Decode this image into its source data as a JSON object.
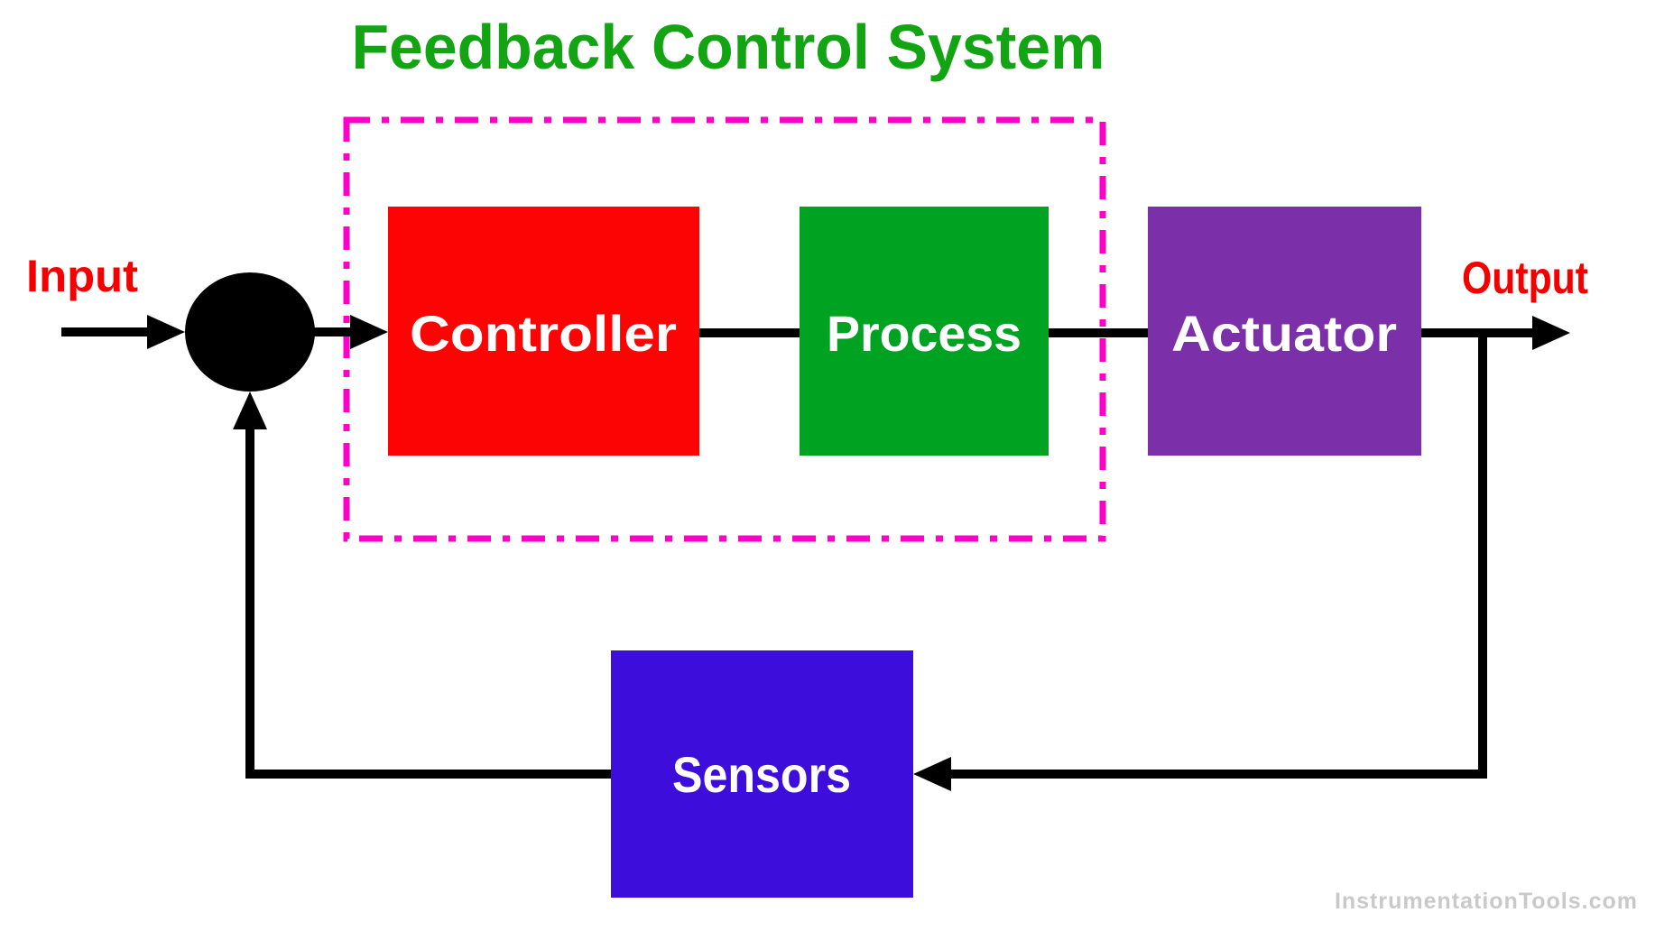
{
  "title": {
    "text": "Feedback Control System",
    "color": "#12A412"
  },
  "labels": {
    "input": {
      "text": "Input",
      "color": "#F40000"
    },
    "output": {
      "text": "Output",
      "color": "#F40000"
    }
  },
  "blocks": {
    "controller": {
      "label": "Controller",
      "color": "#FC0404"
    },
    "process": {
      "label": "Process",
      "color": "#00A221"
    },
    "actuator": {
      "label": "Actuator",
      "color": "#7B2FA8"
    },
    "sensors": {
      "label": "Sensors",
      "color": "#3D0EDB"
    }
  },
  "boundary": {
    "color": "#FF00C8",
    "style": "dash-dot"
  },
  "connections": {
    "line_color": "#000000",
    "summing_junction_color": "#000000"
  },
  "watermark": {
    "text": "InstrumentationTools.com",
    "color": "#C9C9C9"
  }
}
